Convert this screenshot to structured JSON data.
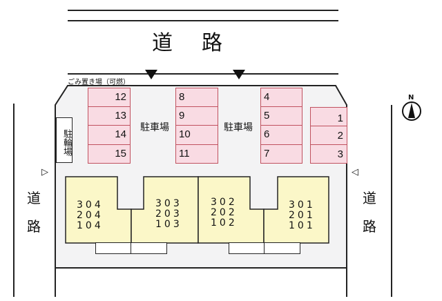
{
  "roads": {
    "north_label": "道　路",
    "west_label": [
      "道",
      "路"
    ],
    "east_label": [
      "道",
      "路"
    ]
  },
  "garbage_area": {
    "label": "ごみ置き場（可燃）"
  },
  "bicycle_parking": {
    "label": "駐輪場"
  },
  "parking_labels": [
    "駐車場",
    "駐車場"
  ],
  "parking_spaces": {
    "column_a": [
      "12",
      "13",
      "14",
      "15"
    ],
    "column_b": [
      "8",
      "9",
      "10",
      "11"
    ],
    "column_c": [
      "4",
      "5",
      "6",
      "7"
    ],
    "column_d": [
      "1",
      "2",
      "3"
    ]
  },
  "units": [
    {
      "lines": [
        "304",
        "204",
        "104"
      ]
    },
    {
      "lines": [
        "303",
        "203",
        "103"
      ]
    },
    {
      "lines": [
        "302",
        "202",
        "102"
      ]
    },
    {
      "lines": [
        "301",
        "201",
        "101"
      ]
    }
  ],
  "compass": {
    "label": "N"
  },
  "entrance_markers": {
    "west": "▷",
    "east": "◁"
  },
  "colors": {
    "parking_fill": "#f9dbe3",
    "parking_border": "#c0505e",
    "building_fill": "#fbf7c8",
    "lot_fill": "#f3f3f4",
    "line": "#222222"
  }
}
